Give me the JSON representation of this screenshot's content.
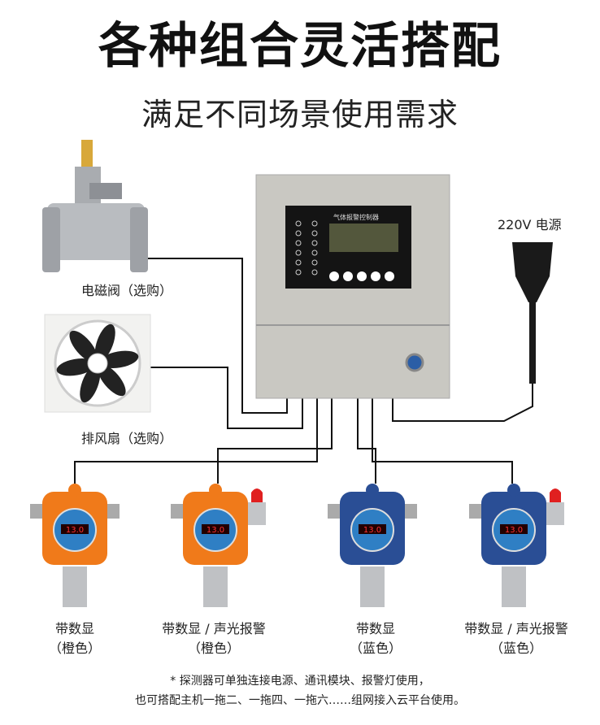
{
  "header": {
    "title": "各种组合灵活搭配",
    "subtitle": "满足不同场景使用需求"
  },
  "accessories": {
    "valve_label": "电磁阀（选购）",
    "fan_label": "排风扇（选购）",
    "power_label": "220V 电源"
  },
  "controller": {
    "panel_title": "气体报警控制器",
    "display_value": ""
  },
  "detectors": [
    {
      "line1": "带数显",
      "line2": "（橙色）",
      "color": "#f07a1a",
      "reading": "13.0",
      "has_alarm_light": false
    },
    {
      "line1": "带数显 / 声光报警",
      "line2": "（橙色）",
      "color": "#f07a1a",
      "reading": "13.0",
      "has_alarm_light": true
    },
    {
      "line1": "带数显",
      "line2": "（蓝色）",
      "color": "#2a4e95",
      "reading": "13.0",
      "has_alarm_light": false
    },
    {
      "line1": "带数显 / 声光报警",
      "line2": "（蓝色）",
      "color": "#2a4e95",
      "reading": "13.0",
      "has_alarm_light": true
    }
  ],
  "footer": {
    "line1": "* 探测器可单独连接电源、通讯模块、报警灯使用，",
    "line2": "也可搭配主机一拖二、一拖四、一拖六……组网接入云平台使用。"
  }
}
